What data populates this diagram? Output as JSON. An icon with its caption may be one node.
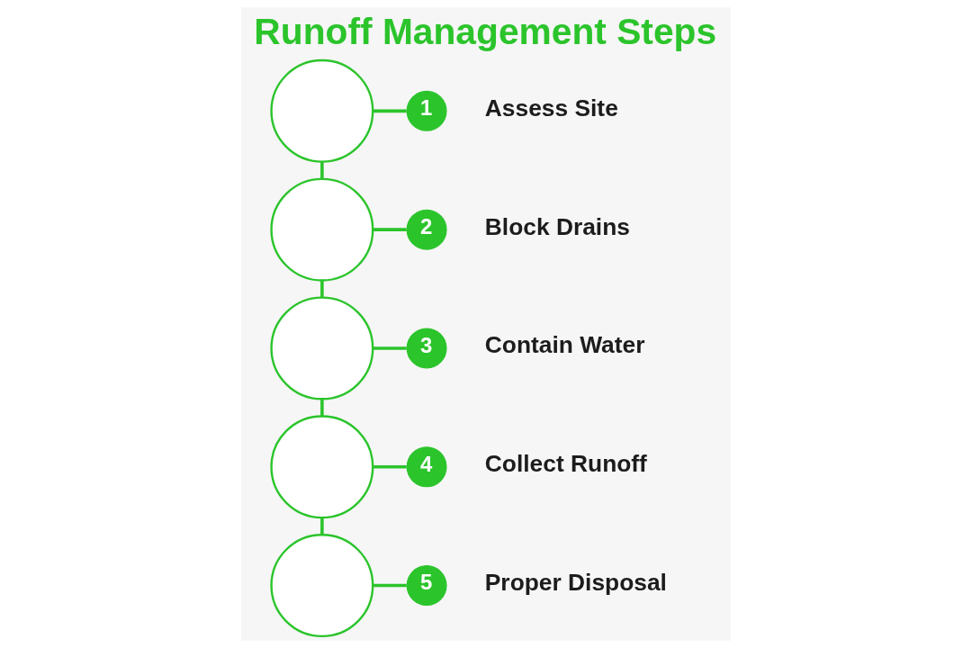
{
  "diagram": {
    "title": "Runoff Management Steps",
    "nodes": [
      {
        "text": [],
        "shape": "circle"
      },
      {
        "text": [
          "1"
        ],
        "beside": [
          "Assess Site"
        ]
      },
      {
        "text": [],
        "shape": "circle"
      },
      {
        "text": [
          "2"
        ],
        "beside": [
          "Block Drains"
        ]
      },
      {
        "text": [],
        "shape": "circle"
      },
      {
        "text": [
          "3"
        ],
        "beside": [
          "Contain Water"
        ]
      },
      {
        "text": [],
        "shape": "circle"
      },
      {
        "text": [
          "4"
        ],
        "beside": [
          "Collect Runoff"
        ]
      },
      {
        "text": [],
        "shape": "circle"
      },
      {
        "text": [
          "5"
        ],
        "beside": [
          "Proper Disposal"
        ]
      }
    ],
    "edges": [
      {
        "from": 0,
        "to": 1,
        "arrow": "none"
      },
      {
        "from": 0,
        "to": 2,
        "arrow": "none"
      },
      {
        "from": 2,
        "to": 3,
        "arrow": "none"
      },
      {
        "from": 2,
        "to": 4,
        "arrow": "none"
      },
      {
        "from": 4,
        "to": 5,
        "arrow": "none"
      },
      {
        "from": 4,
        "to": 6,
        "arrow": "none"
      },
      {
        "from": 6,
        "to": 7,
        "arrow": "none"
      },
      {
        "from": 6,
        "to": 8,
        "arrow": "none"
      },
      {
        "from": 8,
        "to": 9,
        "arrow": "none"
      }
    ]
  }
}
